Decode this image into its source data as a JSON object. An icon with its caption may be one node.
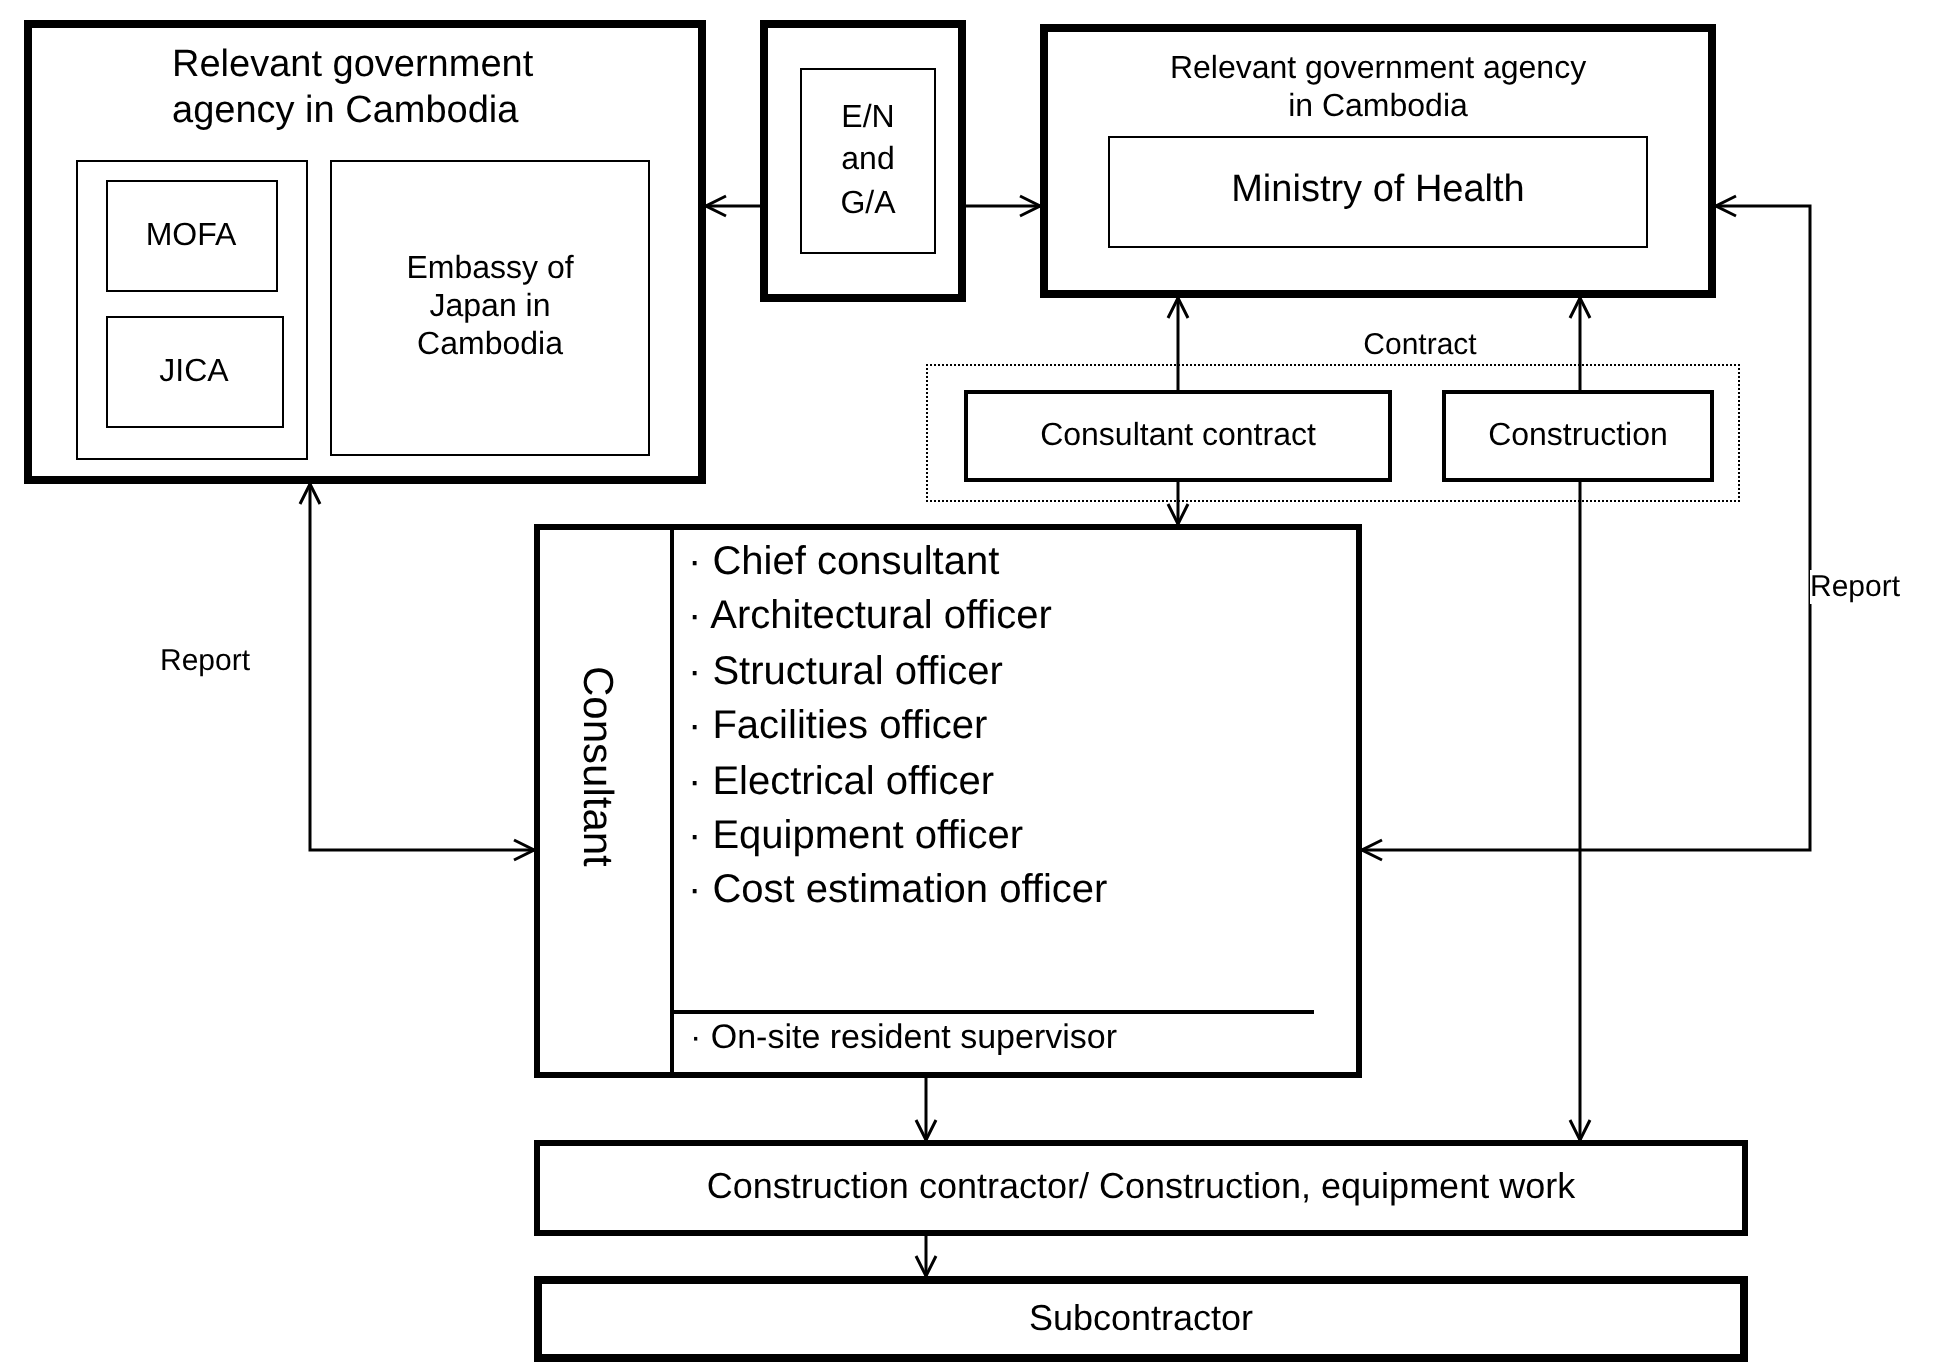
{
  "diagram": {
    "nodes": [
      {
        "text": [
          "Relevant government agency in Cambodia"
        ]
      },
      {
        "text": [],
        "shape": "box",
        "in": 0
      },
      {
        "text": [
          "MOFA"
        ],
        "in": 1
      },
      {
        "text": [
          "JICA"
        ],
        "in": 1
      },
      {
        "text": [
          "Embassy of Japan in Cambodia"
        ],
        "in": 0
      },
      {
        "text": [],
        "shape": "box"
      },
      {
        "text": [
          "E/N and G/A"
        ],
        "in": 5
      },
      {
        "text": [
          "Relevant government agency in Cambodia"
        ]
      },
      {
        "text": [
          "Ministry of Health"
        ],
        "in": 7
      },
      {
        "text": [
          "Contract"
        ]
      },
      {
        "text": [
          "Consultant contract"
        ],
        "in": 9
      },
      {
        "text": [
          "Construction"
        ],
        "in": 9
      },
      {
        "text": [
          "Consultant",
          "· Chief consultant",
          "· Architectural officer",
          "· Structural officer",
          "· Facilities officer",
          "· Electrical officer",
          "· Equipment officer",
          "· Cost estimation officer",
          "· On-site resident supervisor"
        ]
      },
      {
        "text": [
          "Construction contractor/ Construction, equipment work"
        ]
      },
      {
        "text": [
          "Subcontractor"
        ]
      }
    ],
    "edges": [
      {
        "from": 5,
        "to": 0,
        "arrow": "to"
      },
      {
        "from": 5,
        "to": 7,
        "arrow": "to"
      },
      {
        "from": 10,
        "to": 7,
        "arrow": "to"
      },
      {
        "from": 10,
        "to": 12,
        "arrow": "to"
      },
      {
        "from": 11,
        "to": 7,
        "arrow": "to"
      },
      {
        "from": 11,
        "to": 13,
        "arrow": "to"
      },
      {
        "from": 0,
        "to": 12,
        "arrow": "both",
        "label": "Report"
      },
      {
        "from": 12,
        "to": 7,
        "arrow": "both",
        "label": "Report"
      },
      {
        "from": 12,
        "to": 13,
        "arrow": "to"
      },
      {
        "from": 13,
        "to": 14,
        "arrow": "to"
      }
    ]
  }
}
